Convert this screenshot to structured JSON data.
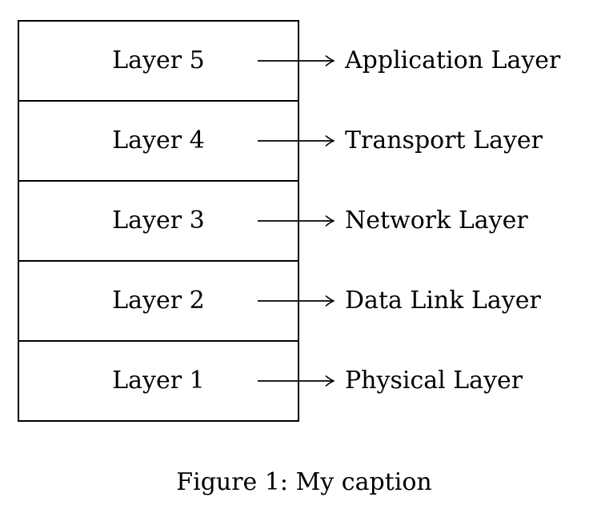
{
  "diagram": {
    "rows": [
      {
        "box_label": "Layer 5",
        "target_label": "Application Layer"
      },
      {
        "box_label": "Layer 4",
        "target_label": "Transport Layer"
      },
      {
        "box_label": "Layer 3",
        "target_label": "Network Layer"
      },
      {
        "box_label": "Layer 2",
        "target_label": "Data Link Layer"
      },
      {
        "box_label": "Layer 1",
        "target_label": "Physical Layer"
      }
    ],
    "colors": {
      "stroke": "#000000",
      "text": "#000000",
      "background": "#ffffff"
    }
  },
  "caption": {
    "text": "Figure 1: My caption"
  }
}
